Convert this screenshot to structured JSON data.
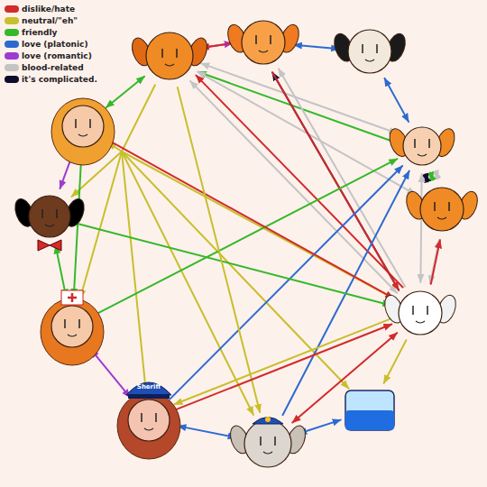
{
  "diagram": {
    "labels": [
      "Sheriff"
    ],
    "legend": [
      {
        "text": "dislike/hate",
        "color": "#d12b2b"
      },
      {
        "text": "neutral/\"eh\"",
        "color": "#c8bf2c"
      },
      {
        "text": "friendly",
        "color": "#35b82a"
      },
      {
        "text": "love (platonic)",
        "color": "#2d6ad0"
      },
      {
        "text": "love (romantic)",
        "color": "#9d3ccf"
      },
      {
        "text": "blood-related",
        "color": "#c4c4c4"
      },
      {
        "text": "it's complicated.",
        "color": "#0d0d2e"
      }
    ]
  }
}
